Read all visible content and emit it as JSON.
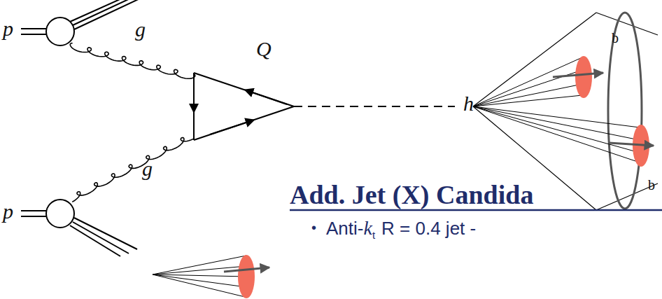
{
  "diagram": {
    "labels": [
      "p",
      "g",
      "Q",
      "h",
      "p",
      "g",
      "b",
      "b",
      "Add. Jet (X) Candida",
      "•",
      "Anti-",
      "k",
      "t",
      "R = 0.4 jet -"
    ]
  }
}
